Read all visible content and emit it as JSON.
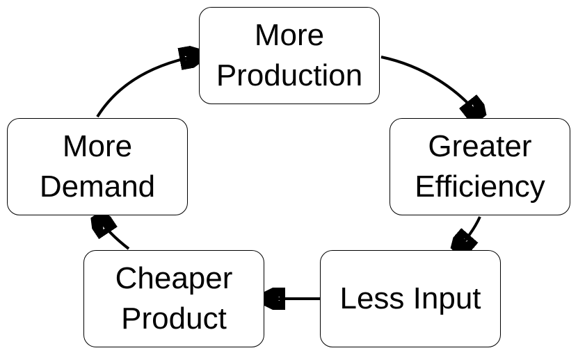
{
  "diagram": {
    "nodes": [
      {
        "id": "more-production",
        "lines": [
          "More",
          "Production"
        ]
      },
      {
        "id": "greater-efficiency",
        "lines": [
          "Greater",
          "Efficiency"
        ]
      },
      {
        "id": "less-input",
        "lines": [
          "Less Input"
        ]
      },
      {
        "id": "cheaper-product",
        "lines": [
          "Cheaper",
          "Product"
        ]
      },
      {
        "id": "more-demand",
        "lines": [
          "More",
          "Demand"
        ]
      }
    ],
    "edges": [
      {
        "from": "more-production",
        "to": "greater-efficiency"
      },
      {
        "from": "greater-efficiency",
        "to": "less-input"
      },
      {
        "from": "less-input",
        "to": "cheaper-product"
      },
      {
        "from": "cheaper-product",
        "to": "more-demand"
      },
      {
        "from": "more-demand",
        "to": "more-production"
      }
    ],
    "colors": {
      "stroke": "#000000",
      "node_fill": "#ffffff",
      "text": "#000000"
    }
  }
}
